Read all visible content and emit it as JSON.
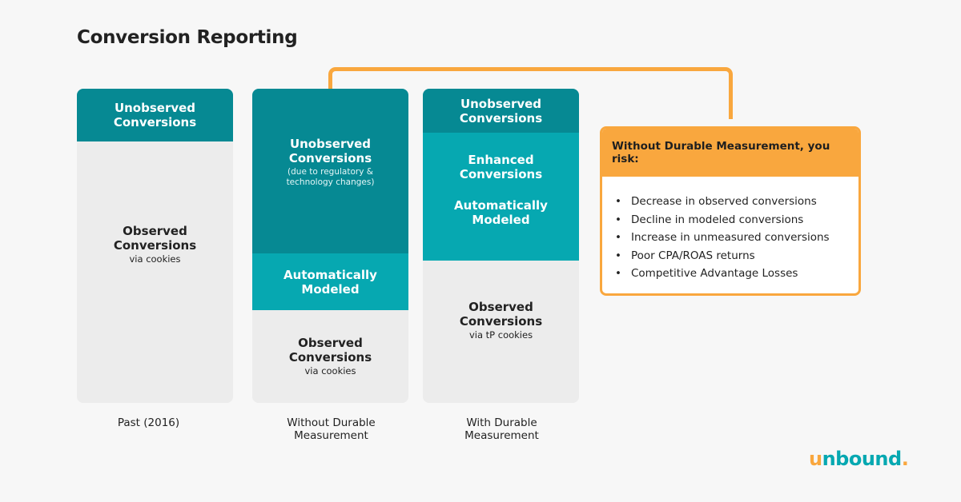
{
  "title": "Conversion Reporting",
  "colors": {
    "dark_teal": "#068993",
    "teal": "#06a8b1",
    "light_gray": "#ececec",
    "orange": "#f9a73e"
  },
  "columns": [
    {
      "label": "Past (2016)",
      "segments": [
        {
          "title": "Unobserved Conversions",
          "style": "dark"
        },
        {
          "title": "Observed Conversions",
          "sub": "via cookies",
          "style": "light"
        }
      ]
    },
    {
      "label": "Without Durable Measurement",
      "segments": [
        {
          "title": "Unobserved Conversions",
          "note": "(due to regulatory & technology changes)",
          "style": "dark"
        },
        {
          "title": "Automatically Modeled",
          "style": "mid"
        },
        {
          "title": "Observed Conversions",
          "sub": "via cookies",
          "style": "light"
        }
      ]
    },
    {
      "label": "With Durable Measurement",
      "segments": [
        {
          "title": "Unobserved Conversions",
          "style": "dark"
        },
        {
          "title": "Enhanced Conversions",
          "style": "mid"
        },
        {
          "title": "Automatically Modeled",
          "style": "mid"
        },
        {
          "title": "Observed Conversions",
          "sub": "via tP cookies",
          "style": "light"
        }
      ]
    }
  ],
  "risk": {
    "heading": "Without Durable Measurement, you risk:",
    "bullet": "•",
    "items": [
      "Decrease in observed conversions",
      "Decline in modeled conversions",
      "Increase in unmeasured conversions",
      "Poor CPA/ROAS returns",
      "Competitive Advantage Losses"
    ]
  },
  "logo": {
    "first": "u",
    "rest": "nbound",
    "dot": "."
  }
}
